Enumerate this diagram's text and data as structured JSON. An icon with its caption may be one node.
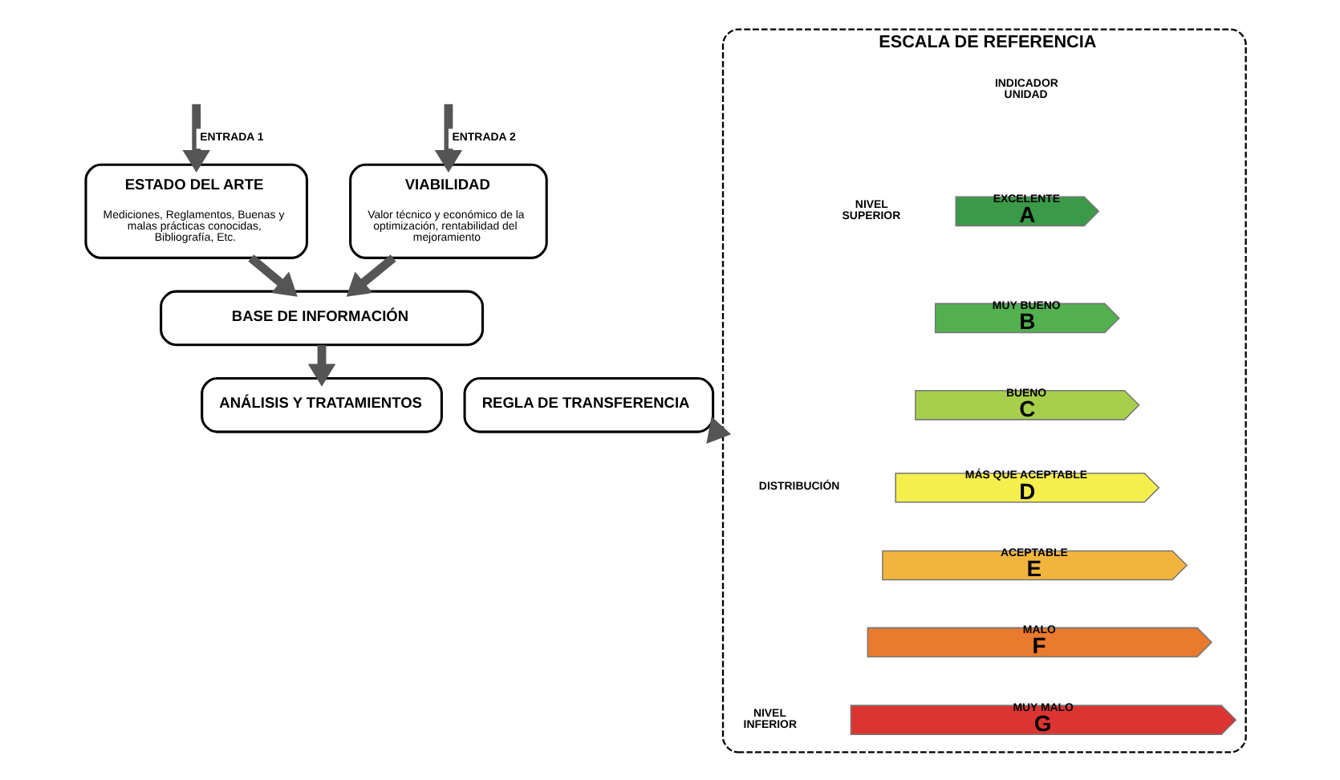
{
  "diagram": {
    "nodes": [
      {
        "text": [
          "ESTADO DEL ARTE",
          "Mediciones, Reglamentos, Buenas y malas prácticas conocidas, Bibliografía, Etc."
        ]
      },
      {
        "text": [
          "VIABILIDAD",
          "Valor técnico y económico de la optimización, rentabilidad del mejoramiento"
        ]
      },
      {
        "text": [
          "BASE DE INFORMACIÓN"
        ]
      },
      {
        "text": [
          "ANÁLISIS Y TRATAMIENTOS"
        ]
      },
      {
        "text": [
          "REGLA DE TRANSFERENCIA"
        ]
      },
      {
        "text": [
          "ESCALA DE REFERENCIA"
        ]
      },
      {
        "text": [
          "EXCELENTE",
          "A"
        ],
        "in": 5
      },
      {
        "text": [
          "MUY BUENO",
          "B"
        ],
        "in": 5
      },
      {
        "text": [
          "BUENO",
          "C"
        ],
        "in": 5
      },
      {
        "text": [
          "MÁS QUE ACEPTABLE",
          "D"
        ],
        "in": 5
      },
      {
        "text": [
          "ACEPTABLE",
          "E"
        ],
        "in": 5
      },
      {
        "text": [
          "MALO",
          "F"
        ],
        "in": 5
      },
      {
        "text": [
          "MUY MALO",
          "G"
        ],
        "in": 5
      }
    ],
    "edges": [
      {
        "from": null,
        "to": 0,
        "arrow": "to",
        "label": "ENTRADA 1"
      },
      {
        "from": null,
        "to": 1,
        "arrow": "to",
        "label": "ENTRADA 2"
      },
      {
        "from": 0,
        "to": 2,
        "arrow": "to"
      },
      {
        "from": 1,
        "to": 2,
        "arrow": "to"
      },
      {
        "from": 2,
        "to": 3,
        "arrow": "to"
      },
      {
        "from": 4,
        "to": 5,
        "arrow": "to"
      }
    ],
    "labels": [
      "INDICADOR UNIDAD",
      "NIVEL SUPERIOR",
      "DISTRIBUCIÓN",
      "NIVEL INFERIOR"
    ]
  }
}
